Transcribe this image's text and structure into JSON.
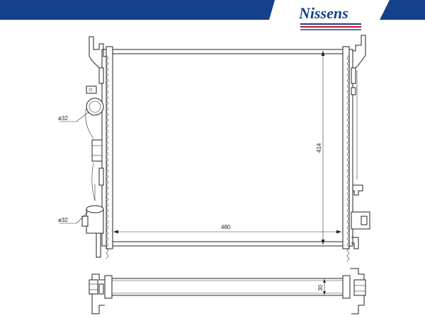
{
  "brand": {
    "logo_text": "Nissens",
    "primary_color": "#14418b",
    "accent_color": "#c8102e"
  },
  "drawing": {
    "labels": {
      "upper_pipe_diameter": "ø32",
      "lower_pipe_diameter": "ø32",
      "width": "480",
      "height": "414",
      "thickness": "30"
    }
  }
}
